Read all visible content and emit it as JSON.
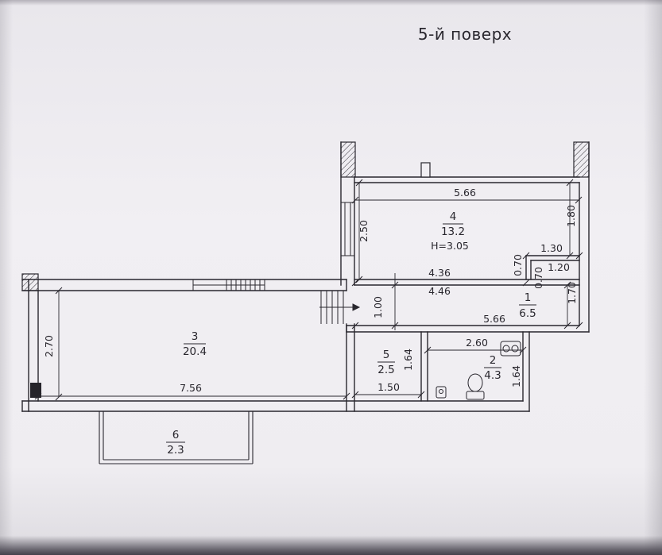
{
  "title": "5-й поверх",
  "rooms": {
    "r1": {
      "number": "1",
      "area": "6.5"
    },
    "r2": {
      "number": "2",
      "area": "4.3"
    },
    "r3": {
      "number": "3",
      "area": "20.4"
    },
    "r4": {
      "number": "4",
      "area": "13.2",
      "height": "H=3.05"
    },
    "r5": {
      "number": "5",
      "area": "2.5"
    },
    "r6": {
      "number": "6",
      "area": "2.3"
    }
  },
  "dims": {
    "room4_top": "5.66",
    "room4_left": "2.50",
    "room4_right": "1.80",
    "niche_width": "1.30",
    "niche_depth": "0.70",
    "niche_inner_width": "1.20",
    "niche_inner_depth": "0.70",
    "hall_upper": "4.36",
    "hall_lower": "4.46",
    "hall_right": "1.70",
    "hall_width": "5.66",
    "hall_height": "1.00",
    "room2_top": "2.60",
    "room2_right": "1.64",
    "room5_right": "1.64",
    "room5_bottom": "1.50",
    "room3_left": "2.70",
    "room3_bottom": "7.56"
  }
}
